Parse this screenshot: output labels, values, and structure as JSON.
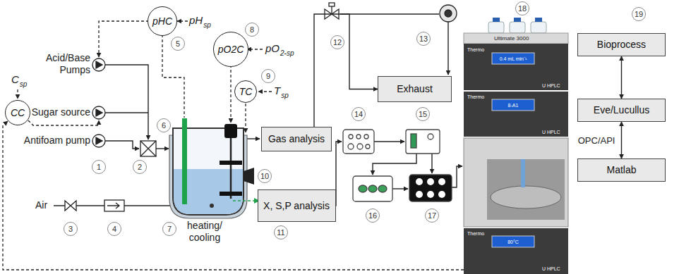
{
  "diagram": {
    "nodes": [
      {
        "text": [
          "pHC"
        ]
      },
      {
        "text": [
          "pO2C"
        ]
      },
      {
        "text": [
          "TC"
        ]
      },
      {
        "text": [
          "CC"
        ]
      },
      {
        "text": [
          "Gas analysis"
        ]
      },
      {
        "text": [
          "X, S,P analysis"
        ]
      },
      {
        "text": [
          "Exhaust"
        ]
      },
      {
        "text": [
          "Bioprocess"
        ]
      },
      {
        "text": [
          "Eve/Lucullus"
        ]
      },
      {
        "text": [
          "Matlab"
        ]
      }
    ],
    "edges": [
      {
        "from": 4,
        "to": 6,
        "arrow": "to"
      },
      {
        "from": 7,
        "to": 8,
        "arrow": "both"
      },
      {
        "from": 8,
        "to": 9,
        "arrow": "both",
        "label": "OPC/API"
      }
    ],
    "labels": [
      "C",
      "sp",
      "Acid/Base Pumps",
      "Sugar source",
      "Antifoam pump",
      "Air",
      "heating/ cooling",
      "pH",
      "sp",
      "pO",
      "2-sp",
      "T",
      "sp",
      "1",
      "2",
      "3",
      "4",
      "5",
      "6",
      "7",
      "8",
      "9",
      "10",
      "11",
      "12",
      "13",
      "14",
      "15",
      "16",
      "17",
      "18",
      "19",
      "Ultimate 3000",
      "Thermo",
      "0.4 mL min⁻¹",
      "Thermo",
      "8-A1",
      "Thermo",
      "80°C",
      "U HPLC",
      "U HPLC",
      "U HPLC"
    ]
  }
}
